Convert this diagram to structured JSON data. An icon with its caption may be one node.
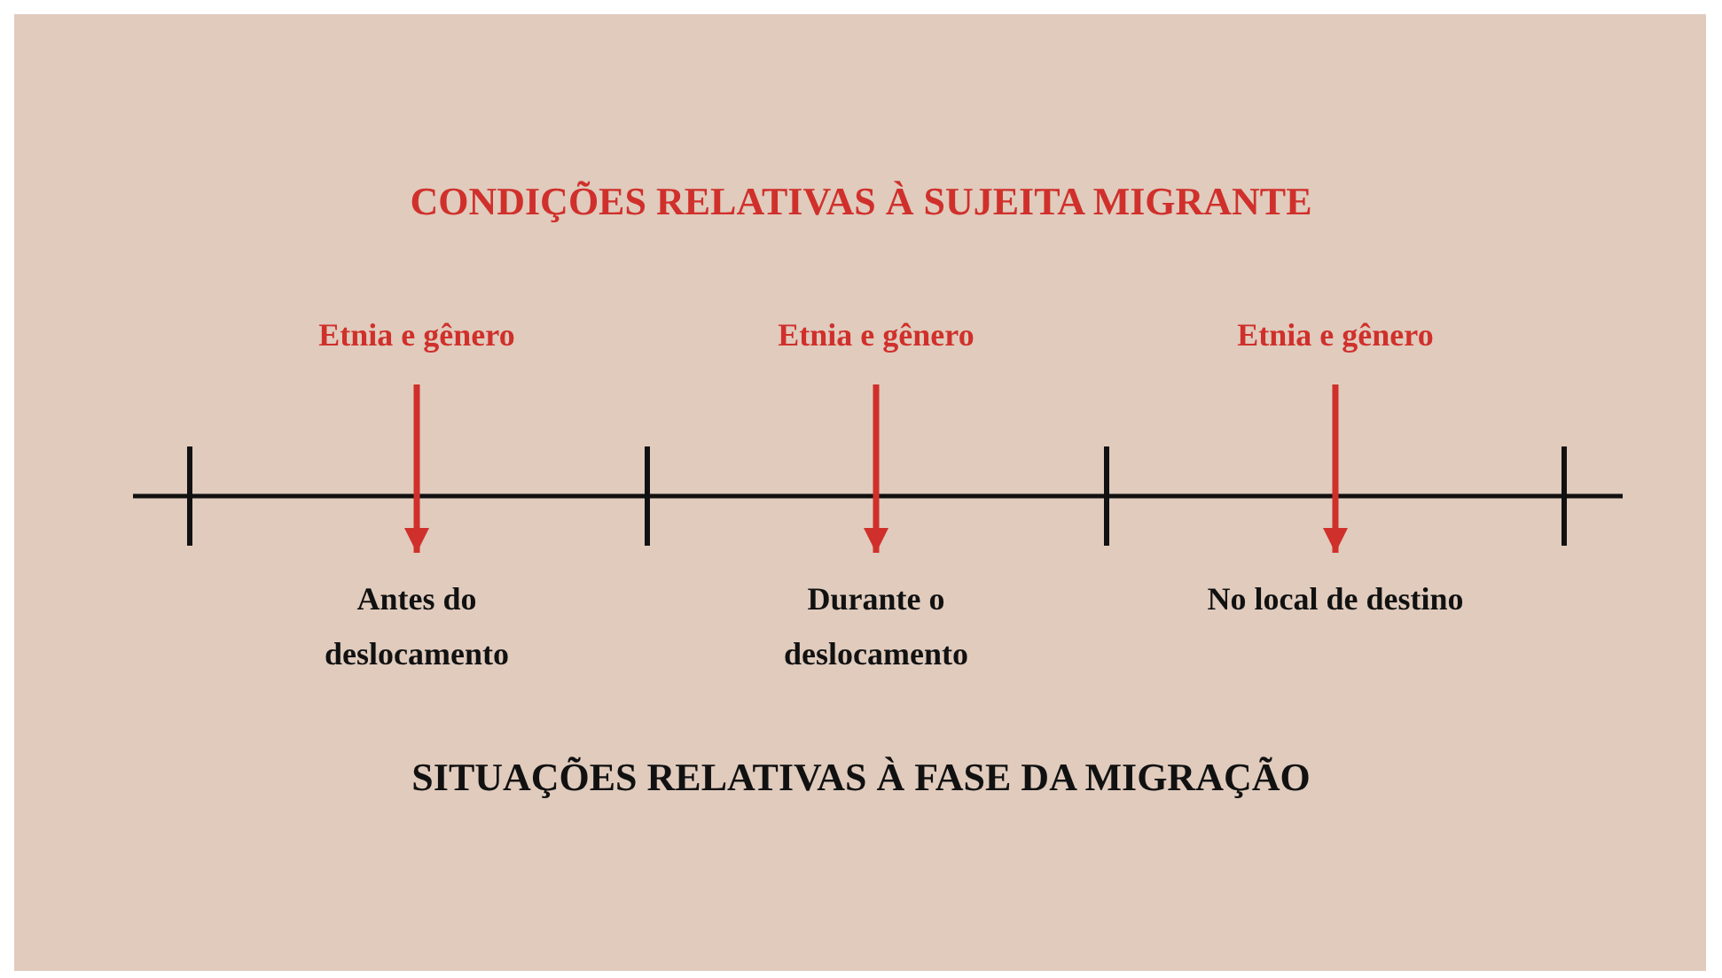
{
  "diagram": {
    "title": "CONDIÇÕES RELATIVAS À SUJEITA MIGRANTE",
    "caption": "SITUAÇÕES RELATIVAS À FASE DA MIGRAÇÃO",
    "nodes": [
      {
        "text": [
          "Etnia e gênero"
        ]
      },
      {
        "text": [
          "Etnia e gênero"
        ]
      },
      {
        "text": [
          "Etnia e gênero"
        ]
      },
      {
        "text": [
          "Antes do deslocamento"
        ]
      },
      {
        "text": [
          "Durante o deslocamento"
        ]
      },
      {
        "text": [
          "No local de destino"
        ]
      }
    ],
    "edges": [
      {
        "from": 0,
        "to": 3,
        "arrow": "to"
      },
      {
        "from": 1,
        "to": 4,
        "arrow": "to"
      },
      {
        "from": 2,
        "to": 5,
        "arrow": "to"
      }
    ]
  }
}
